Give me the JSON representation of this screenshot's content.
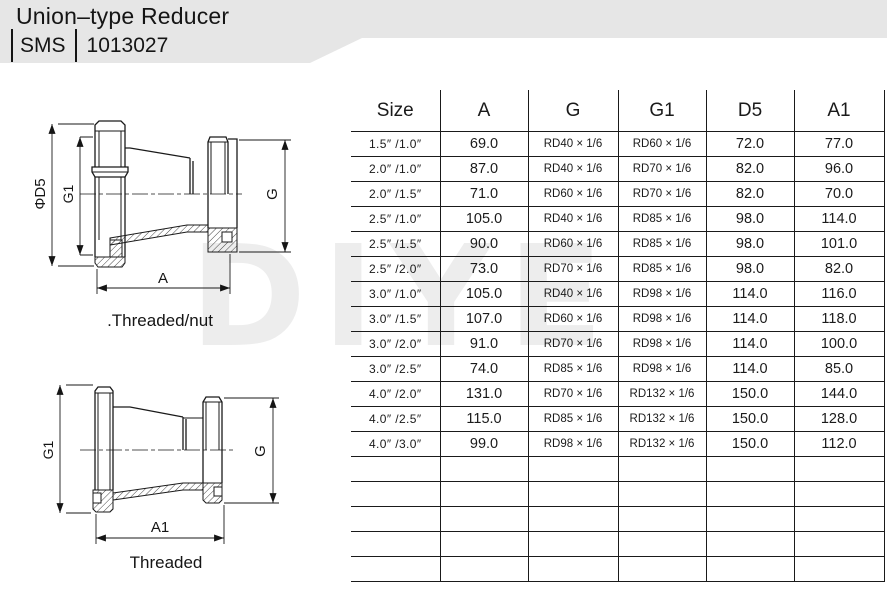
{
  "header": {
    "title": "Union–type Reducer",
    "standard": "SMS",
    "code": "1013027"
  },
  "watermark": "DIYE",
  "drawings": {
    "top": {
      "caption": ".Threaded/nut",
      "labels": {
        "d5": "ΦD5",
        "g1": "G1",
        "g": "G",
        "a": "A"
      }
    },
    "bottom": {
      "caption": "Threaded",
      "labels": {
        "g1": "G1",
        "g": "G",
        "a1": "A1"
      }
    }
  },
  "table": {
    "columns": [
      "Size",
      "A",
      "G",
      "G1",
      "D5",
      "A1"
    ],
    "rows": [
      [
        "1.5″ /1.0″",
        "69.0",
        "RD40 × 1/6",
        "RD60 × 1/6",
        "72.0",
        "77.0"
      ],
      [
        "2.0″ /1.0″",
        "87.0",
        "RD40 × 1/6",
        "RD70 × 1/6",
        "82.0",
        "96.0"
      ],
      [
        "2.0″ /1.5″",
        "71.0",
        "RD60 × 1/6",
        "RD70 × 1/6",
        "82.0",
        "70.0"
      ],
      [
        "2.5″ /1.0″",
        "105.0",
        "RD40 × 1/6",
        "RD85 × 1/6",
        "98.0",
        "114.0"
      ],
      [
        "2.5″ /1.5″",
        "90.0",
        "RD60 × 1/6",
        "RD85 × 1/6",
        "98.0",
        "101.0"
      ],
      [
        "2.5″ /2.0″",
        "73.0",
        "RD70 × 1/6",
        "RD85 × 1/6",
        "98.0",
        "82.0"
      ],
      [
        "3.0″ /1.0″",
        "105.0",
        "RD40 × 1/6",
        "RD98 × 1/6",
        "114.0",
        "116.0"
      ],
      [
        "3.0″ /1.5″",
        "107.0",
        "RD60 × 1/6",
        "RD98 × 1/6",
        "114.0",
        "118.0"
      ],
      [
        "3.0″ /2.0″",
        "91.0",
        "RD70 × 1/6",
        "RD98 × 1/6",
        "114.0",
        "100.0"
      ],
      [
        "3.0″ /2.5″",
        "74.0",
        "RD85 × 1/6",
        "RD98 × 1/6",
        "114.0",
        "85.0"
      ],
      [
        "4.0″ /2.0″",
        "131.0",
        "RD70 × 1/6",
        "RD132 × 1/6",
        "150.0",
        "144.0"
      ],
      [
        "4.0″ /2.5″",
        "115.0",
        "RD85 × 1/6",
        "RD132 × 1/6",
        "150.0",
        "128.0"
      ],
      [
        "4.0″ /3.0″",
        "99.0",
        "RD98 × 1/6",
        "RD132 × 1/6",
        "150.0",
        "112.0"
      ]
    ],
    "empty_row_count": 5
  }
}
